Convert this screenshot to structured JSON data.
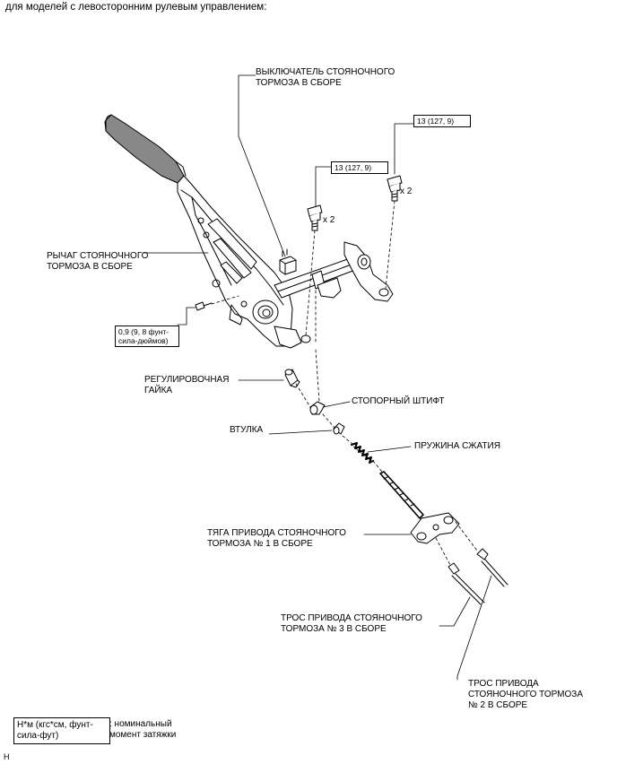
{
  "header": "для моделей с левосторонним рулевым управлением:",
  "labels": {
    "switch": "ВЫКЛЮЧАТЕЛЬ СТОЯНОЧНОГО\nТОРМОЗА В СБОРЕ",
    "lever": "РЫЧАГ СТОЯНОЧНОГО\nТОРМОЗА В СБОРЕ",
    "adjust_nut": "РЕГУЛИРОВОЧНАЯ\nГАЙКА",
    "lock_pin": "СТОПОРНЫЙ ШТИФТ",
    "bushing": "ВТУЛКА",
    "spring": "ПРУЖИНА СЖАТИЯ",
    "rod": "ТЯГА ПРИВОДА СТОЯНОЧНОГО\nТОРМОЗА № 1 В СБОРЕ",
    "cable3": "ТРОС ПРИВОДА СТОЯНОЧНОГО\nТОРМОЗА № 3 В СБОРЕ",
    "cable2": "ТРОС ПРИВОДА\nСТОЯНОЧНОГО ТОРМОЗА\n№ 2 В СБОРЕ"
  },
  "torque": {
    "bolt_right": "13 (127, 9)",
    "bolt_left": "13 (127, 9)",
    "screw": "0,9 (9, 8 фунт-\nсила-дюймов)"
  },
  "qty": {
    "right": "x 2",
    "left": "x 2"
  },
  "legend": {
    "units": "Н*м (кгс*см, фунт-\nсила-фут)",
    "meaning": ": номинальный\nмомент затяжки"
  },
  "corner_mark": "H"
}
